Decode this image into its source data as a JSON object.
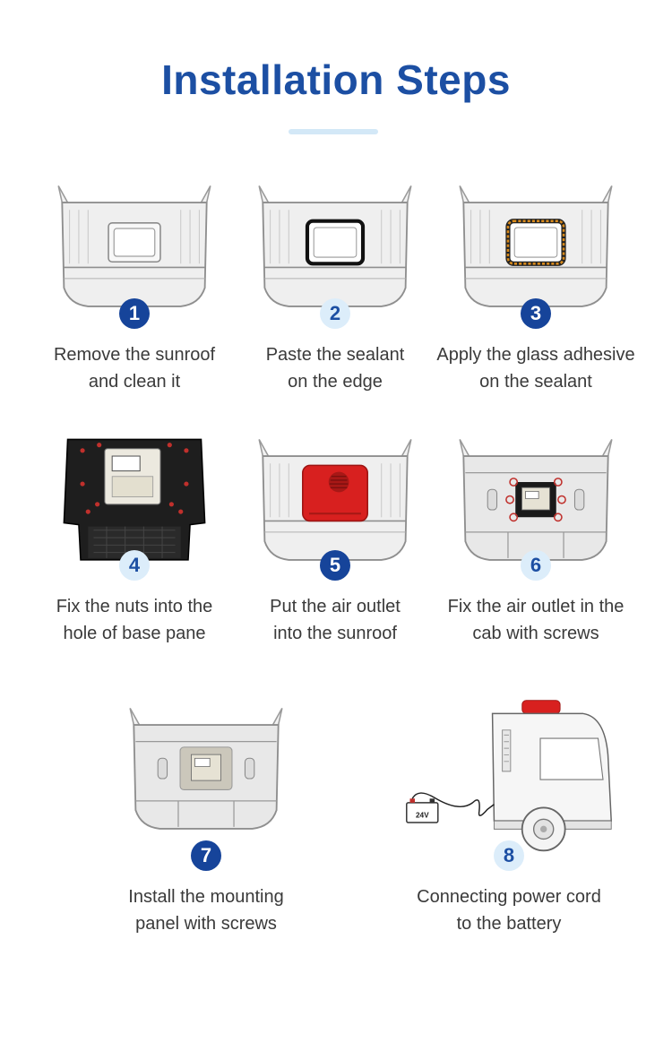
{
  "header": {
    "title": "Installation Steps"
  },
  "steps": [
    {
      "number": "1",
      "line1": "Remove the sunroof",
      "line2": "and clean it"
    },
    {
      "number": "2",
      "line1": "Paste the sealant",
      "line2": "on the edge"
    },
    {
      "number": "3",
      "line1": "Apply the glass adhesive",
      "line2": "on the sealant"
    },
    {
      "number": "4",
      "line1": "Fix the nuts into the",
      "line2": "hole of base pane"
    },
    {
      "number": "5",
      "line1": "Put the air outlet",
      "line2": "into the sunroof"
    },
    {
      "number": "6",
      "line1": "Fix the air outlet in the",
      "line2": "cab with screws"
    },
    {
      "number": "7",
      "line1": "Install the mounting",
      "line2": "panel with screws"
    },
    {
      "number": "8",
      "line1": "Connecting power cord",
      "line2": "to the battery"
    }
  ],
  "battery_label": "24V",
  "colors": {
    "accent": "#1c4fa3",
    "badge_dark": "#16449a",
    "badge_light": "#dcedfa",
    "unit_red": "#d8201f"
  }
}
